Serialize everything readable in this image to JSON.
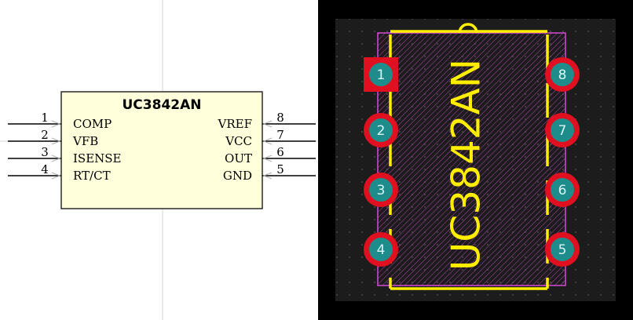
{
  "schematic": {
    "part_name": "UC3842AN",
    "left_pins": [
      {
        "number": "1",
        "name": "COMP"
      },
      {
        "number": "2",
        "name": "VFB"
      },
      {
        "number": "3",
        "name": "ISENSE"
      },
      {
        "number": "4",
        "name": "RT/CT"
      }
    ],
    "right_pins": [
      {
        "number": "8",
        "name": "VREF"
      },
      {
        "number": "7",
        "name": "VCC"
      },
      {
        "number": "6",
        "name": "OUT"
      },
      {
        "number": "5",
        "name": "GND"
      }
    ],
    "colors": {
      "body_fill": "#ffffdc",
      "body_stroke": "#2a2a2a",
      "pin": "#000000",
      "crosshair": "#cfcfcf"
    }
  },
  "pcb": {
    "silkscreen_text": "UC3842AN",
    "left_pads": [
      "1",
      "2",
      "3",
      "4"
    ],
    "right_pads": [
      "8",
      "7",
      "6",
      "5"
    ],
    "colors": {
      "background": "#000000",
      "board": "#1c1c1c",
      "courtyard": "#d34bd3",
      "silkscreen": "#ffee00",
      "copper": "#e01020",
      "drill": "#1f8c8c",
      "pad_text": "#d8f6f6"
    }
  }
}
